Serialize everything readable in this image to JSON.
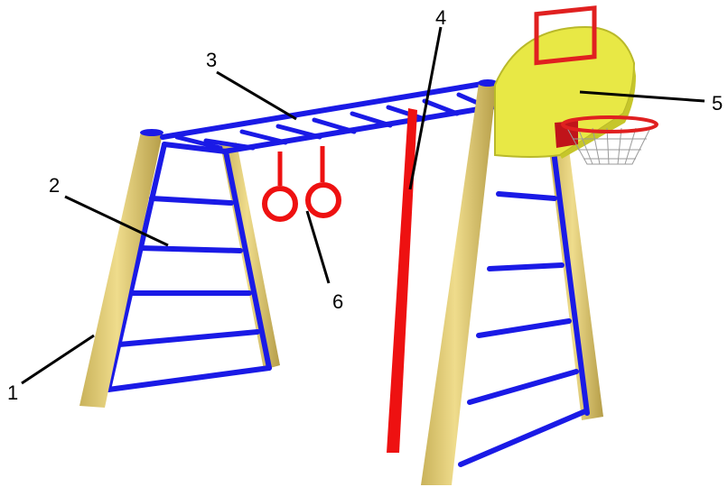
{
  "callouts": [
    {
      "id": "1",
      "label": "1"
    },
    {
      "id": "2",
      "label": "2"
    },
    {
      "id": "3",
      "label": "3"
    },
    {
      "id": "4",
      "label": "4"
    },
    {
      "id": "5",
      "label": "5"
    },
    {
      "id": "6",
      "label": "6"
    }
  ],
  "colors": {
    "post_wood": "#e4cf78",
    "post_wood_dark": "#b8a24e",
    "rungs_blue": "#1a1ae6",
    "pole_red": "#ee1111",
    "backboard_yellow": "#e8e845",
    "rim_red": "#e02020",
    "net_gray": "#9a9a9a",
    "leader_line": "#000000"
  }
}
